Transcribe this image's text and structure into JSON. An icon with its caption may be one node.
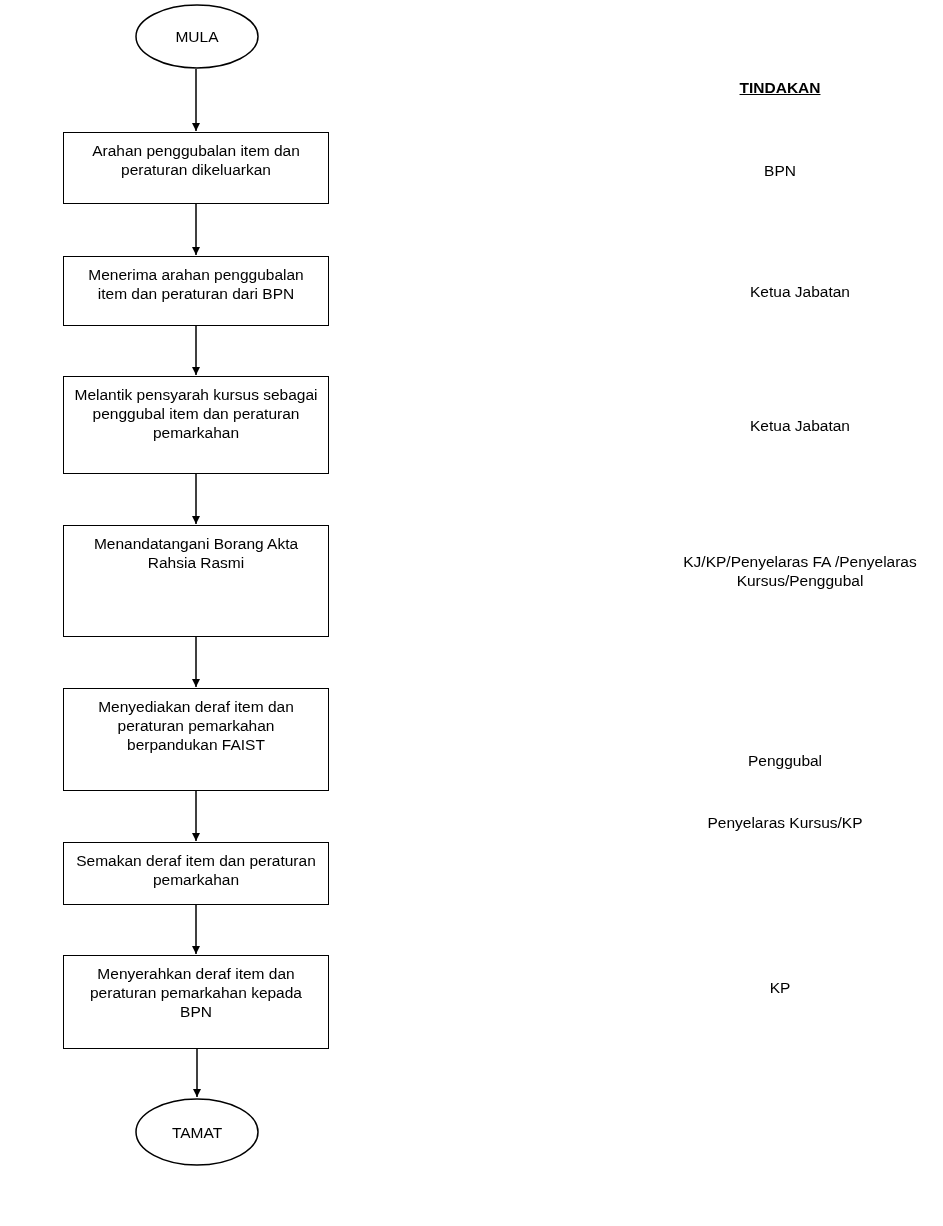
{
  "diagram": {
    "nodes": [
      {
        "text": [
          "MULA"
        ]
      },
      {
        "text": [
          "Arahan penggubalan item dan peraturan dikeluarkan"
        ]
      },
      {
        "text": [
          "Menerima arahan penggubalan item dan peraturan dari BPN"
        ]
      },
      {
        "text": [
          "Melantik pensyarah kursus sebagai penggubal item dan peraturan pemarkahan"
        ]
      },
      {
        "text": [
          "Menandatangani Borang Akta Rahsia Rasmi"
        ]
      },
      {
        "text": [
          "Menyediakan deraf item dan peraturan pemarkahan berpandukan FAIST"
        ]
      },
      {
        "text": [
          "Semakan deraf item dan peraturan pemarkahan"
        ]
      },
      {
        "text": [
          "Menyerahkan deraf item dan peraturan pemarkahan kepada BPN"
        ]
      },
      {
        "text": [
          "TAMAT"
        ]
      }
    ],
    "edges": [
      {
        "from": 0,
        "to": 1,
        "arrow": "to"
      },
      {
        "from": 1,
        "to": 2,
        "arrow": "to"
      },
      {
        "from": 2,
        "to": 3,
        "arrow": "to"
      },
      {
        "from": 3,
        "to": 4,
        "arrow": "to"
      },
      {
        "from": 4,
        "to": 5,
        "arrow": "to"
      },
      {
        "from": 5,
        "to": 6,
        "arrow": "to"
      },
      {
        "from": 6,
        "to": 7,
        "arrow": "to"
      },
      {
        "from": 7,
        "to": 8,
        "arrow": "to"
      }
    ],
    "labels": [
      "TINDAKAN",
      "BPN",
      "Ketua Jabatan",
      "Ketua Jabatan",
      "KJ/KP/Penyelaras FA /Penyelaras Kursus/Penggubal",
      "Penggubal",
      "Penyelaras Kursus/KP",
      "KP"
    ]
  }
}
